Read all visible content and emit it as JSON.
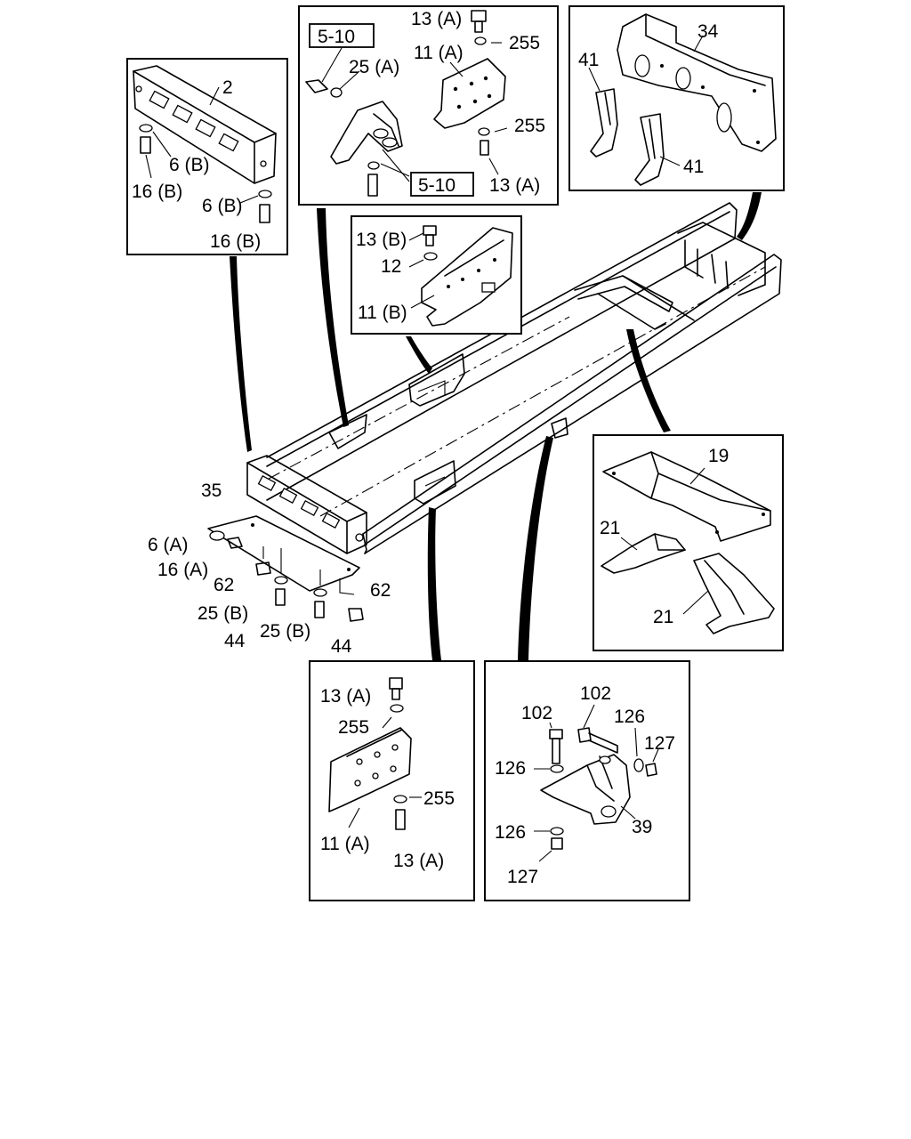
{
  "labels": {
    "p2": "2",
    "p6b_1": "6 (B)",
    "p16b_1": "16 (B)",
    "p6b_2": "6 (B)",
    "p16b_2": "16 (B)",
    "ref510_1": "5-10",
    "ref510_2": "5-10",
    "p13a_top": "13 (A)",
    "p255_top": "255",
    "p11a_top": "11 (A)",
    "p25a": "25 (A)",
    "p255_mid": "255",
    "p13a_mid": "13 (A)",
    "p34": "34",
    "p41_1": "41",
    "p41_2": "41",
    "p13b": "13 (B)",
    "p12": "12",
    "p11b": "11 (B)",
    "p35": "35",
    "p6a": "6 (A)",
    "p16a": "16 (A)",
    "p62_1": "62",
    "p25b_1": "25 (B)",
    "p44_1": "44",
    "p25b_2": "25 (B)",
    "p44_2": "44",
    "p62_2": "62",
    "p19": "19",
    "p21_1": "21",
    "p21_2": "21",
    "p13a_bl_top": "13 (A)",
    "p255_bl_top": "255",
    "p255_bl_mid": "255",
    "p11a_bl": "11 (A)",
    "p13a_bl_bot": "13 (A)",
    "p102_1": "102",
    "p102_2": "102",
    "p126_1": "126",
    "p127_1": "127",
    "p126_2": "126",
    "p39": "39",
    "p126_3": "126",
    "p127_2": "127"
  }
}
